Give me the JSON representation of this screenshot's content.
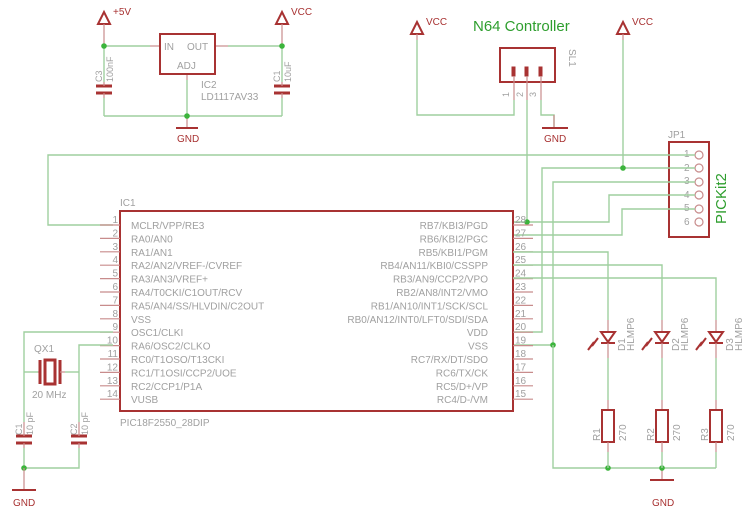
{
  "title": "N64 Controller",
  "programmer_label": "PICKit2",
  "power": {
    "plus5v": "+5V",
    "vcc": "VCC",
    "gnd": "GND"
  },
  "ic2": {
    "ref": "IC2",
    "value": "LD1117AV33",
    "pins": {
      "in": "IN",
      "out": "OUT",
      "adj": "ADJ"
    }
  },
  "caps": {
    "c1": {
      "ref": "C1",
      "value": "10uF"
    },
    "c3": {
      "ref": "C3",
      "value": "100nF"
    },
    "c1_xtal": {
      "ref": "C1",
      "value": "10 pF"
    },
    "c2_xtal": {
      "ref": "C2",
      "value": "10 pF"
    }
  },
  "crystal": {
    "ref": "QX1",
    "value": "20 MHz"
  },
  "sl1": {
    "ref": "SL1",
    "pins": [
      "1",
      "2",
      "3"
    ]
  },
  "jp1": {
    "ref": "JP1",
    "pins": [
      "1",
      "2",
      "3",
      "4",
      "5",
      "6"
    ]
  },
  "ic1": {
    "ref": "IC1",
    "value": "PIC18F2550_28DIP",
    "left_pins": [
      {
        "num": "1",
        "name": "MCLR/VPP/RE3"
      },
      {
        "num": "2",
        "name": "RA0/AN0"
      },
      {
        "num": "3",
        "name": "RA1/AN1"
      },
      {
        "num": "4",
        "name": "RA2/AN2/VREF-/CVREF"
      },
      {
        "num": "5",
        "name": "RA3/AN3/VREF+"
      },
      {
        "num": "6",
        "name": "RA4/T0CKI/C1OUT/RCV"
      },
      {
        "num": "7",
        "name": "RA5/AN4/SS/HLVDIN/C2OUT"
      },
      {
        "num": "8",
        "name": "VSS"
      },
      {
        "num": "9",
        "name": "OSC1/CLKI"
      },
      {
        "num": "10",
        "name": "RA6/OSC2/CLKO"
      },
      {
        "num": "11",
        "name": "RC0/T1OSO/T13CKI"
      },
      {
        "num": "12",
        "name": "RC1/T1OSI/CCP2/UOE"
      },
      {
        "num": "13",
        "name": "RC2/CCP1/P1A"
      },
      {
        "num": "14",
        "name": "VUSB"
      }
    ],
    "right_pins": [
      {
        "num": "28",
        "name": "RB7/KBI3/PGD"
      },
      {
        "num": "27",
        "name": "RB6/KBI2/PGC"
      },
      {
        "num": "26",
        "name": "RB5/KBI1/PGM"
      },
      {
        "num": "25",
        "name": "RB4/AN11/KBI0/CSSPP"
      },
      {
        "num": "24",
        "name": "RB3/AN9/CCP2/VPO"
      },
      {
        "num": "23",
        "name": "RB2/AN8/INT2/VMO"
      },
      {
        "num": "22",
        "name": "RB1/AN10/INT1/SCK/SCL"
      },
      {
        "num": "21",
        "name": "RB0/AN12/INT0/LFT0/SDI/SDA"
      },
      {
        "num": "20",
        "name": "VDD"
      },
      {
        "num": "19",
        "name": "VSS"
      },
      {
        "num": "18",
        "name": "RC7/RX/DT/SDO"
      },
      {
        "num": "17",
        "name": "RC6/TX/CK"
      },
      {
        "num": "16",
        "name": "RC5/D+/VP"
      },
      {
        "num": "15",
        "name": "RC4/D-/VM"
      }
    ]
  },
  "leds": [
    {
      "ref": "D1",
      "value": "HLMP6"
    },
    {
      "ref": "D2",
      "value": "HLMP6"
    },
    {
      "ref": "D3",
      "value": "HLMP6"
    }
  ],
  "resistors": [
    {
      "ref": "R1",
      "value": "270"
    },
    {
      "ref": "R2",
      "value": "270"
    },
    {
      "ref": "R3",
      "value": "270"
    }
  ]
}
